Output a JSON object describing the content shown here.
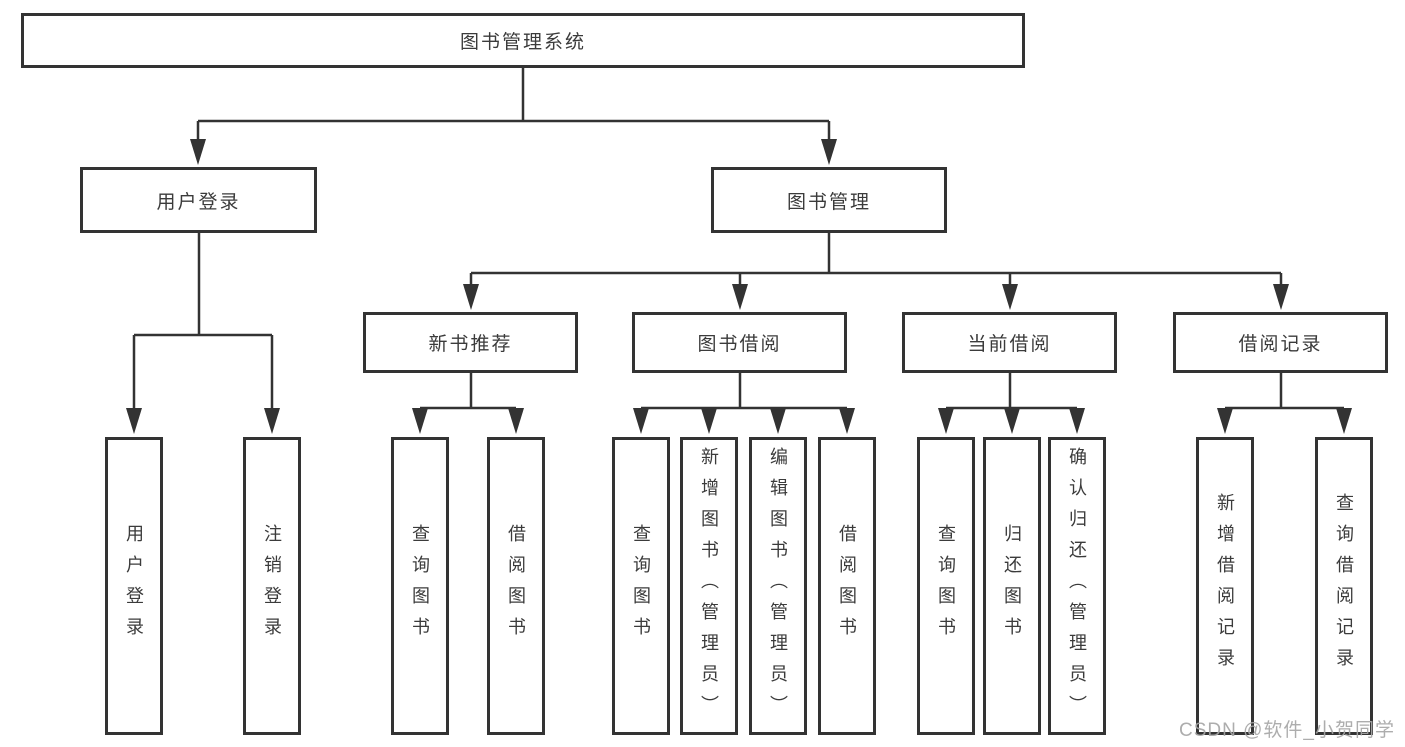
{
  "diagram": {
    "root_label": "图书管理系统",
    "branches": [
      {
        "label": "用户登录",
        "children": [
          "用户登录",
          "注销登录"
        ]
      },
      {
        "label": "图书管理",
        "sections": [
          {
            "label": "新书推荐",
            "children": [
              "查询图书",
              "借阅图书"
            ]
          },
          {
            "label": "图书借阅",
            "children": [
              "查询图书",
              "新增图书（管理员）",
              "编辑图书（管理员）",
              "借阅图书"
            ]
          },
          {
            "label": "当前借阅",
            "children": [
              "查询图书",
              "归还图书",
              "确认归还（管理员）"
            ]
          },
          {
            "label": "借阅记录",
            "children": [
              "新增借阅记录",
              "查询借阅记录"
            ]
          }
        ]
      }
    ]
  },
  "watermark": {
    "text": "CSDN @软件_小贺同学"
  },
  "colors": {
    "line": "#333333",
    "text": "#3b3b3b",
    "background": "#ffffff",
    "watermark": "#a6a6a6"
  }
}
